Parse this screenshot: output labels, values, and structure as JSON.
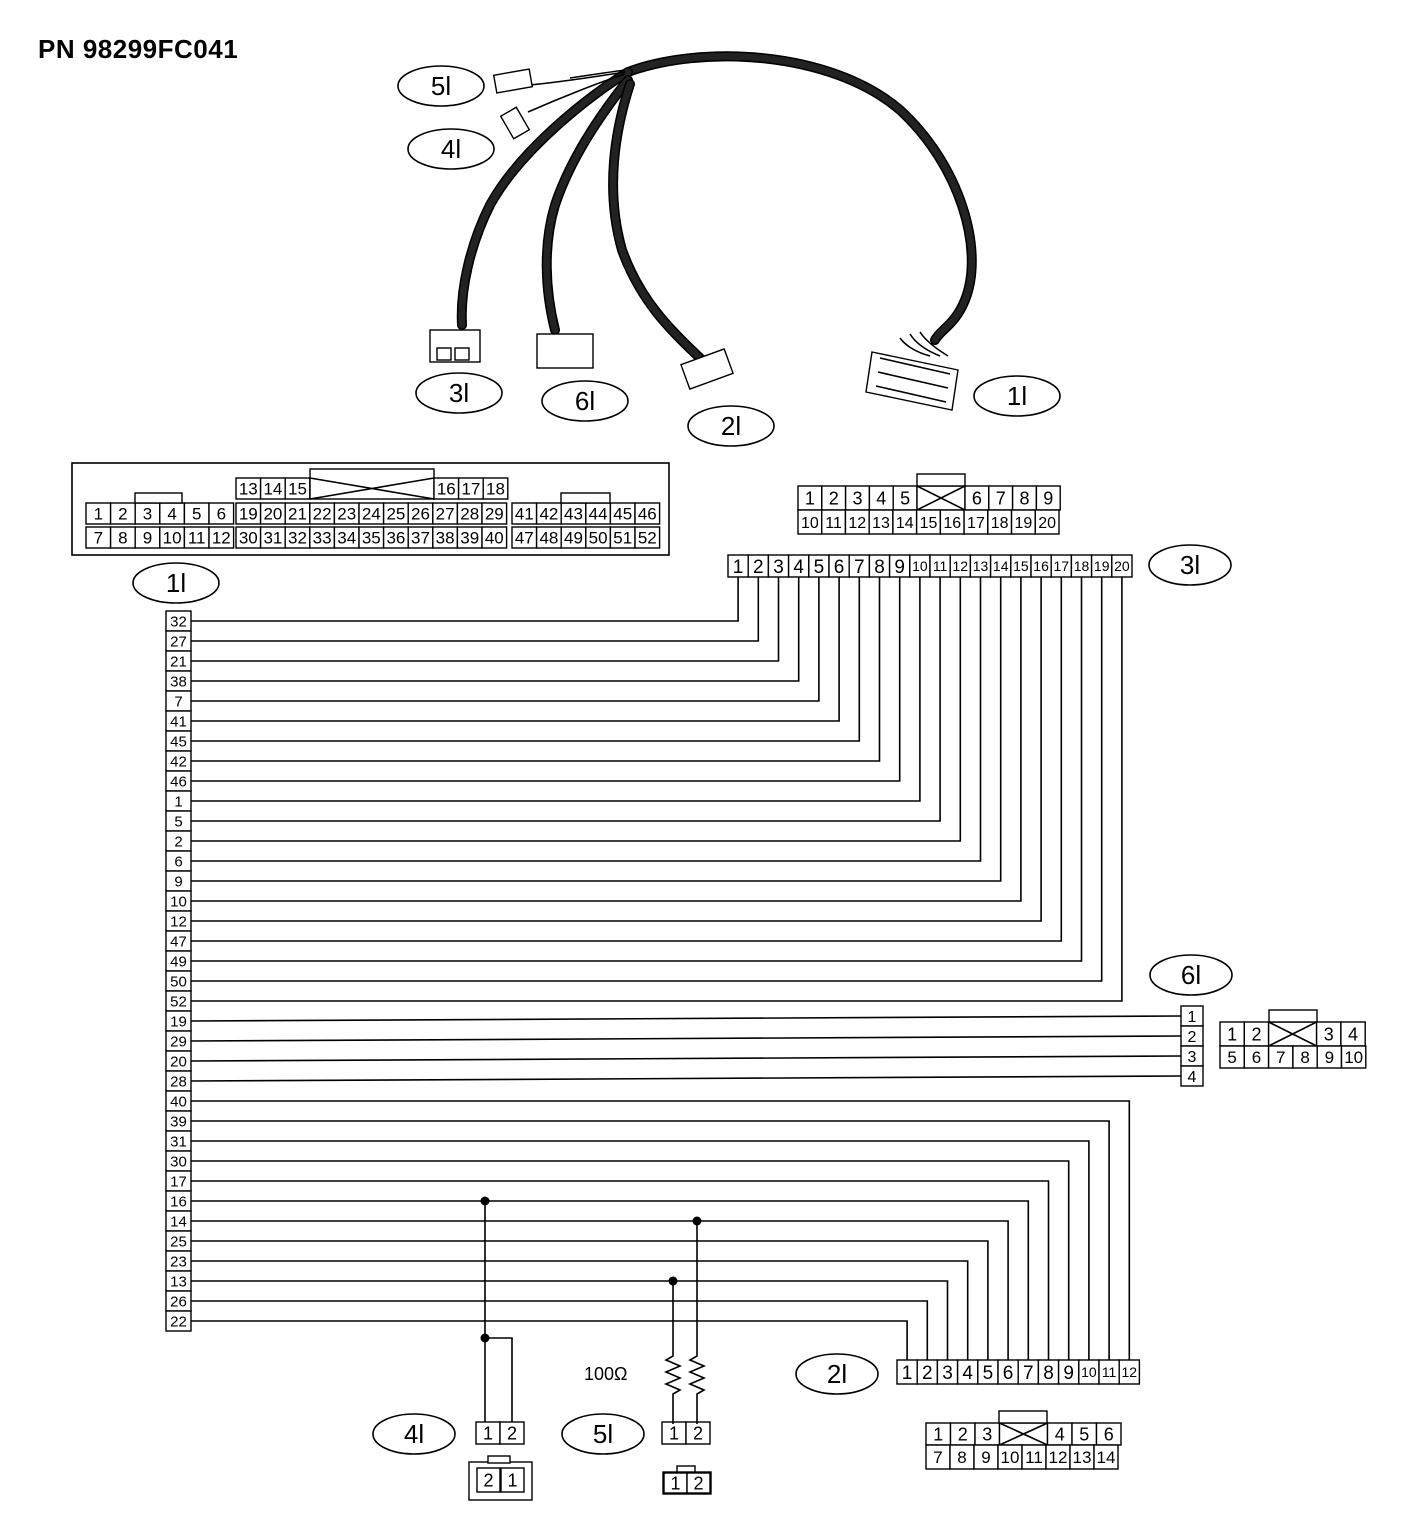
{
  "title": "PN 98299FC041",
  "ovals": {
    "top_5l": "5l",
    "top_4l": "4l",
    "top_3l": "3l",
    "top_6l": "6l",
    "top_2l": "2l",
    "top_1l": "1l",
    "c1": "1l",
    "c3": "3l",
    "c6": "6l",
    "c2": "2l",
    "c4": "4l",
    "c5": "5l"
  },
  "connector_1l": {
    "top": [
      "13",
      "14",
      "15",
      "16",
      "17",
      "18"
    ],
    "left_r1": [
      "1",
      "2",
      "3",
      "4",
      "5",
      "6"
    ],
    "left_r2": [
      "7",
      "8",
      "9",
      "10",
      "11",
      "12"
    ],
    "mid_r1": [
      "19",
      "20",
      "21",
      "22",
      "23",
      "24",
      "25",
      "26",
      "27",
      "28",
      "29"
    ],
    "mid_r2": [
      "30",
      "31",
      "32",
      "33",
      "34",
      "35",
      "36",
      "37",
      "38",
      "39",
      "40"
    ],
    "right_r1": [
      "41",
      "42",
      "43",
      "44",
      "45",
      "46"
    ],
    "right_r2": [
      "47",
      "48",
      "49",
      "50",
      "51",
      "52"
    ]
  },
  "connector_3l": {
    "r1": [
      "1",
      "2",
      "3",
      "4",
      "5",
      "",
      "6",
      "7",
      "8",
      "9"
    ],
    "r2": [
      "10",
      "11",
      "12",
      "13",
      "14",
      "15",
      "16",
      "17",
      "18",
      "19",
      "20"
    ],
    "strip": [
      "1",
      "2",
      "3",
      "4",
      "5",
      "6",
      "7",
      "8",
      "9",
      "10",
      "11",
      "12",
      "13",
      "14",
      "15",
      "16",
      "17",
      "18",
      "19",
      "20"
    ]
  },
  "connector_6l": {
    "r1": [
      "1",
      "2",
      "",
      "3",
      "4"
    ],
    "r2": [
      "5",
      "6",
      "7",
      "8",
      "9",
      "10"
    ],
    "strip": [
      "1",
      "2",
      "3",
      "4"
    ]
  },
  "connector_2l": {
    "r1": [
      "1",
      "2",
      "3",
      "",
      "4",
      "5",
      "6"
    ],
    "r2": [
      "7",
      "8",
      "9",
      "10",
      "11",
      "12",
      "13",
      "14"
    ],
    "strip": [
      "1",
      "2",
      "3",
      "4",
      "5",
      "6",
      "7",
      "8",
      "9",
      "10",
      "11",
      "12"
    ]
  },
  "connector_4l": {
    "strip": [
      "1",
      "2"
    ],
    "body": [
      "2",
      "1"
    ]
  },
  "connector_5l": {
    "strip": [
      "1",
      "2"
    ],
    "body": [
      "1",
      "2"
    ]
  },
  "resistor_label": "100Ω",
  "pin_column": [
    "32",
    "27",
    "21",
    "38",
    "7",
    "41",
    "45",
    "42",
    "46",
    "1",
    "5",
    "2",
    "6",
    "9",
    "10",
    "12",
    "47",
    "49",
    "50",
    "52",
    "19",
    "29",
    "20",
    "28",
    "40",
    "39",
    "31",
    "30",
    "17",
    "16",
    "14",
    "25",
    "23",
    "13",
    "26",
    "22"
  ]
}
